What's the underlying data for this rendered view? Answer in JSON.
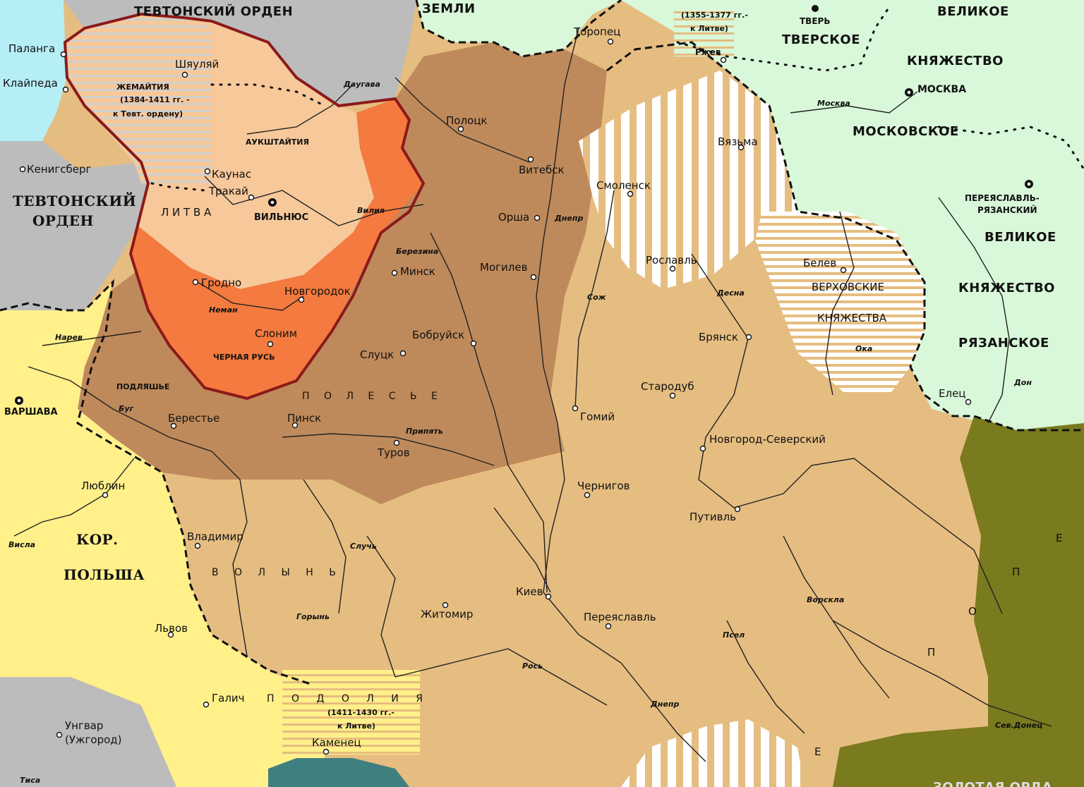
{
  "colors": {
    "land_base": "#e6bd80",
    "polesie": "#bf8a5b",
    "lithuania_proper": "#f7c89a",
    "black_rus": "#f47a3f",
    "moscow": "#d9f7d9",
    "poland": "#fff08a",
    "teutonic": "#bcbcbc",
    "sea": "#b6eef6",
    "golden_horde": "#7a7a1e",
    "lithuania_border": "#8b1a1a"
  },
  "regions": {
    "teutonic_top": "ТЕВТОНСКИЙ ОРДЕН",
    "teutonic_1": "ТЕВТОНСКИЙ",
    "teutonic_2": "ОРДЕН",
    "zemli": "ЗЕМЛИ",
    "zhemaitia": "ЖЕМАЙТИЯ",
    "zhemaitia_note1": "(1384-1411 гг. -",
    "zhemaitia_note2": "к Тевт. ордену)",
    "aukshtaitia": "АУКШТАЙТИЯ",
    "litva": "Л И Т В А",
    "black_rus": "ЧЕРНАЯ РУСЬ",
    "podlyashye": "ПОДЛЯШЬЕ",
    "polesie": "П О Л Е С Ь Е",
    "volyn": "В О Л Ы Н Ь",
    "podolia": "П О Д О Л И Я",
    "podolia_note1": "(1411-1430 гг.-",
    "podolia_note2": "к Литве)",
    "tver_note1": "(1355-1377 гг.-",
    "tver_note2": "к Литве)",
    "tver_principality": "ТВЕРСКОЕ",
    "great_top": "ВЕЛИКОЕ",
    "principality_top": "КНЯЖЕСТВО",
    "moscow_principality": "МОСКОВСКОЕ",
    "verkhovsk1": "ВЕРХОВСКИЕ",
    "verkhovsk2": "КНЯЖЕСТВА",
    "ryazan_great": "ВЕЛИКОЕ",
    "ryazan_principality": "КНЯЖЕСТВО",
    "ryazan": "РЯЗАНСКОЕ",
    "poland1": "КОР.",
    "poland2": "ПОЛЬША",
    "horde_bottom": "ЗОЛОТАЯ ОРДА",
    "horde_e1": "Е",
    "horde_p1": "П",
    "horde_o": "О",
    "horde_p2": "П",
    "horde_e2": "Е"
  },
  "cities": {
    "palanga": "Паланга",
    "klaipeda": "Клайпеда",
    "shaulyai": "Шяуляй",
    "konigsberg": "Кенигсберг",
    "kaunas": "Каунас",
    "trakai": "Тракай",
    "vilnius": "ВИЛЬНЮС",
    "grodno": "Гродно",
    "novogrudok": "Новгородок",
    "slonim": "Слоним",
    "minsk": "Минск",
    "polotsk": "Полоцк",
    "vitebsk": "Витебск",
    "orsha": "Орша",
    "mogilev": "Могилев",
    "bobruisk": "Бобруйск",
    "slutsk": "Слуцк",
    "toropets": "Торопец",
    "tver": "ТВЕРЬ",
    "rzhev": "Ржев",
    "moscow": "МОСКВА",
    "vyazma": "Вязьма",
    "smolensk": "Смоленск",
    "roslavl": "Рославль",
    "belev": "Белев",
    "pereyaslavl_ryaz1": "ПЕРЕЯСЛАВЛЬ-",
    "pereyaslavl_ryaz2": "РЯЗАНСКИЙ",
    "bryansk": "Брянск",
    "starodub": "Стародуб",
    "gomiy": "Гомий",
    "novgorod_seversky": "Новгород-Северский",
    "yelets": "Елец",
    "warsaw": "ВАРШАВА",
    "berestye": "Берестье",
    "pinsk": "Пинск",
    "turov": "Туров",
    "lublin": "Люблин",
    "vladimir": "Владимир",
    "chernigov": "Чернигов",
    "putivl": "Путивль",
    "kiev": "Киев",
    "zhitomir": "Житомир",
    "pereyaslavl": "Переяславль",
    "lvov": "Львов",
    "galich": "Галич",
    "kamenets": "Каменец",
    "uzhgorod1": "Унгвар",
    "uzhgorod2": "(Ужгород)"
  },
  "rivers": {
    "daugava": "Даугава",
    "viliya": "Вилия",
    "berezina": "Березина",
    "neman": "Неман",
    "narev": "Нарев",
    "bug": "Буг",
    "pripyat": "Припять",
    "dnepr_n": "Днепр",
    "sozh": "Сож",
    "desna": "Десна",
    "oka": "Ока",
    "moskva": "Москва",
    "don": "Дон",
    "vistula": "Висла",
    "sluch": "Случь",
    "goryn": "Горынь",
    "ros": "Рось",
    "dnepr_s": "Днепр",
    "psel": "Псел",
    "vorskla": "Ворскла",
    "sev_donets": "Сев.Донец",
    "tisa": "Тиса"
  }
}
